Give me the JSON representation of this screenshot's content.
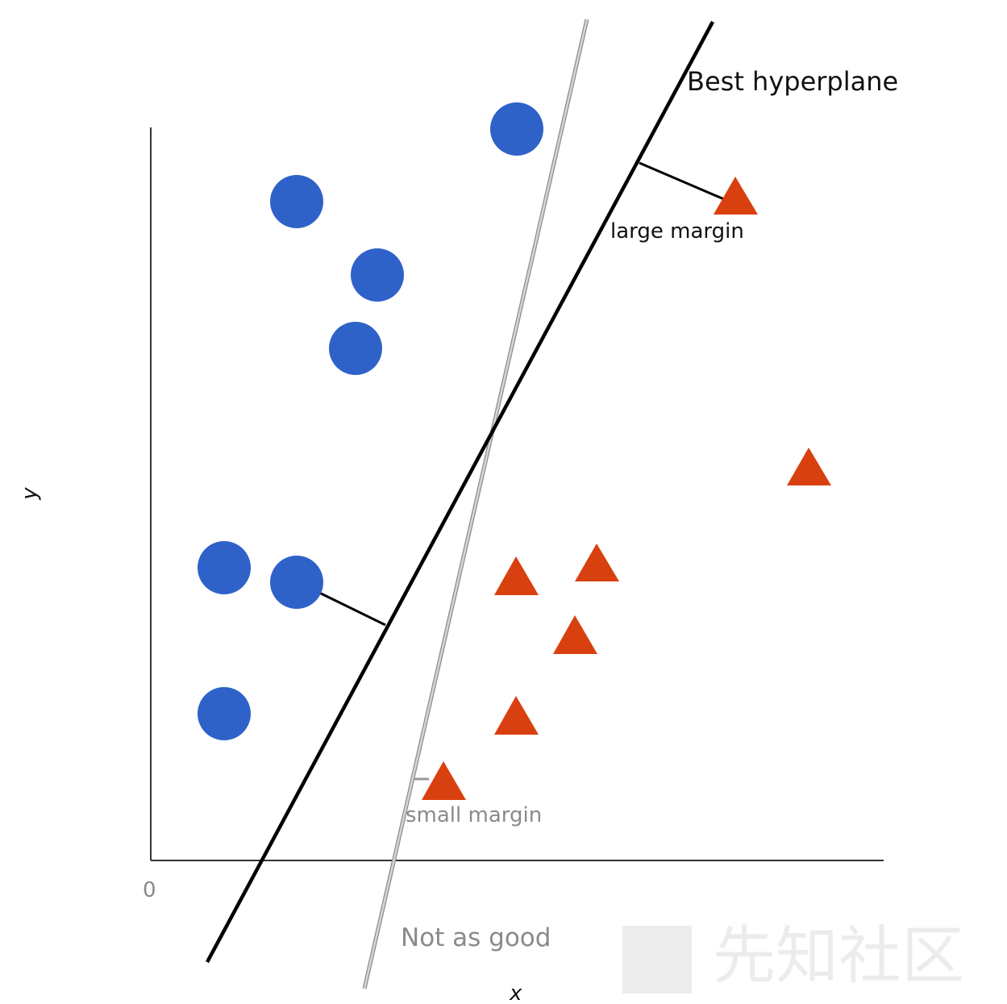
{
  "axes": {
    "x_label": "x",
    "y_label": "y",
    "origin_label": "0"
  },
  "labels": {
    "best_hyperplane": "Best hyperplane",
    "large_margin": "large margin",
    "small_margin": "small margin",
    "not_as_good": "Not as good"
  },
  "watermark": {
    "text": "先知社区"
  },
  "colors": {
    "circle": "#2f62c9",
    "triangle": "#d9400f",
    "best_line": "#000000",
    "alt_line": "#b8b8b8",
    "axis": "#333333"
  }
}
